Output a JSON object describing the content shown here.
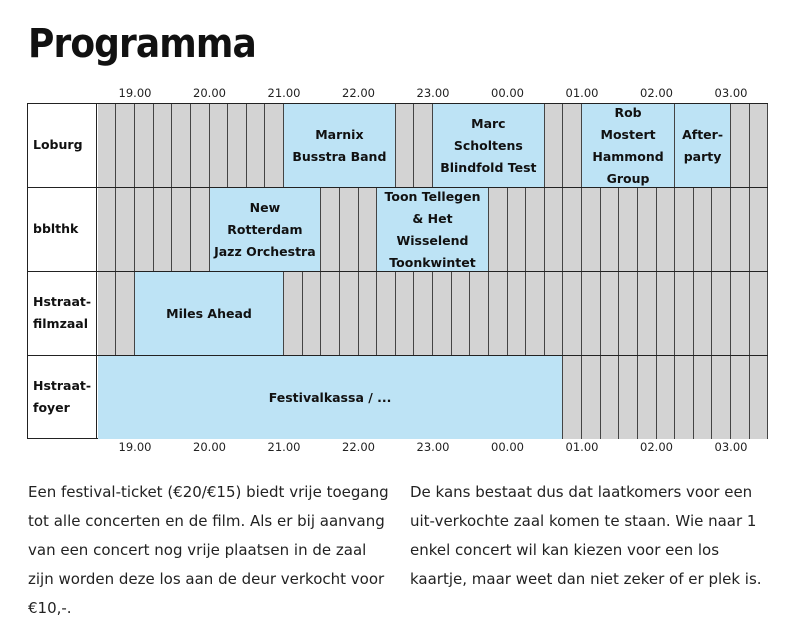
{
  "page": {
    "title": "Programma"
  },
  "hours": [
    "19.00",
    "20.00",
    "21.00",
    "22.00",
    "23.00",
    "00.00",
    "01.00",
    "02.00",
    "03.00"
  ],
  "rows": [
    {
      "venue": "Loburg",
      "events": [
        {
          "start": "21.00",
          "end": "22.30",
          "label": "Marnix Busstra Band"
        },
        {
          "start": "23.00",
          "end": "00.30",
          "label": "Marc Scholtens Blindfold Test"
        },
        {
          "start": "01.00",
          "end": "02.15",
          "label": "Rob Mostert Hammond Group"
        },
        {
          "start": "02.15",
          "end": "03.00",
          "label": "After-party"
        }
      ]
    },
    {
      "venue": "bblthk",
      "events": [
        {
          "start": "20.00",
          "end": "21.30",
          "label": "New Rotterdam Jazz Orchestra"
        },
        {
          "start": "22.15",
          "end": "23.45",
          "label": "Toon Tellegen & Het Wisselend Toonkwintet"
        }
      ]
    },
    {
      "venue": "Hstraat-filmzaal",
      "events": [
        {
          "start": "19.00",
          "end": "21.00",
          "label": "Miles Ahead"
        }
      ]
    },
    {
      "venue": "Hstraat-foyer",
      "events": [
        {
          "start": "18.30",
          "end": "00.45",
          "label": "Festivalkassa / ..."
        }
      ]
    }
  ],
  "text": {
    "left": "Een festival-ticket (€20/€15) biedt vrije toegang tot alle concerten en de film. Als er bij aanvang van een concert nog vrije plaatsen in de zaal zijn worden deze los aan de deur verkocht voor €10,-.",
    "right": "De kans bestaat dus dat laatkomers voor een uit-verkochte zaal komen te staan. Wie naar 1 enkel concert wil kan kiezen voor een los kaartje, maar weet dan niet zeker of er plek is."
  }
}
